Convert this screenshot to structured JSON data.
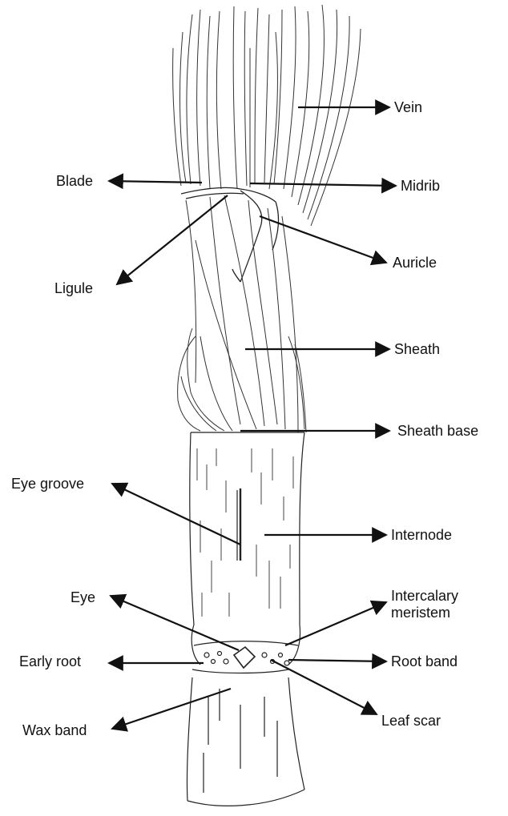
{
  "labels": {
    "vein": "Vein",
    "blade": "Blade",
    "midrib": "Midrib",
    "auricle": "Auricle",
    "ligule": "Ligule",
    "sheath": "Sheath",
    "sheath_base": "Sheath base",
    "eye_groove": "Eye groove",
    "internode": "Internode",
    "eye": "Eye",
    "intercalary_meristem": "Intercalary meristem",
    "early_root": "Early root",
    "root_band": "Root band",
    "wax_band": "Wax band",
    "leaf_scar": "Leaf scar"
  },
  "colors": {
    "ink": "#111111",
    "line": "#222222",
    "background": "#ffffff"
  }
}
